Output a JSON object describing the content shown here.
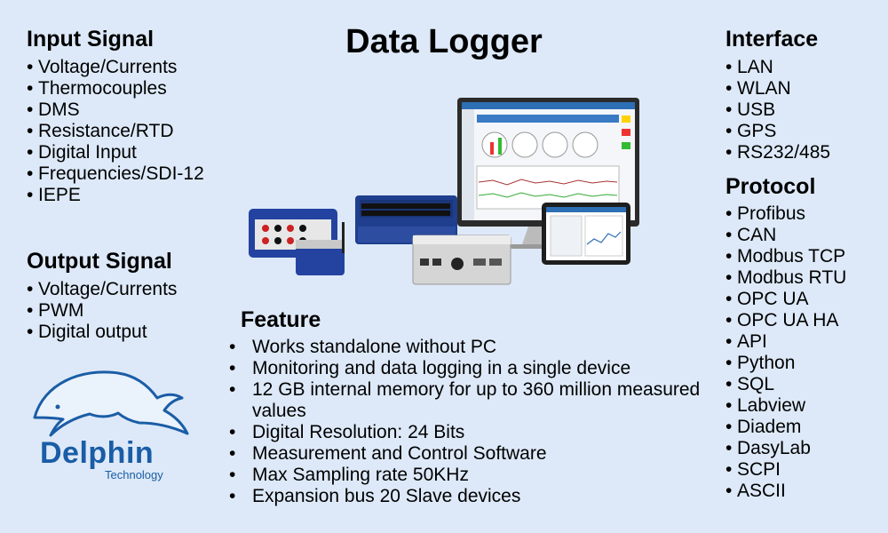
{
  "title": "Data Logger",
  "input_signal": {
    "heading": "Input Signal",
    "items": [
      "Voltage/Currents",
      "Thermocouples",
      "DMS",
      "Resistance/RTD",
      "Digital Input",
      "Frequencies/SDI-12",
      "IEPE"
    ]
  },
  "output_signal": {
    "heading": "Output Signal",
    "items": [
      "Voltage/Currents",
      "PWM",
      "Digital output"
    ]
  },
  "interface": {
    "heading": "Interface",
    "items": [
      "LAN",
      "WLAN",
      "USB",
      "GPS",
      "RS232/485"
    ]
  },
  "protocol": {
    "heading": "Protocol",
    "items": [
      "Profibus",
      "CAN",
      "Modbus TCP",
      "Modbus RTU",
      "OPC UA",
      "OPC UA HA",
      "API",
      "Python",
      "SQL",
      "Labview",
      "Diadem",
      "DasyLab",
      "SCPI",
      "ASCII"
    ]
  },
  "feature": {
    "heading": "Feature",
    "items": [
      "Works standalone without PC",
      "Monitoring and data logging in a single device",
      "12 GB internal memory for up to 360 million measured values",
      "Digital Resolution: 24 Bits",
      "Measurement and Control Software",
      "Max Sampling rate 50KHz",
      "Expansion bus 20 Slave devices"
    ]
  },
  "logo": {
    "name": "Delphin",
    "subtitle": "Technology",
    "color": "#1a5da6"
  },
  "colors": {
    "background": "#dde9f8",
    "brand_blue": "#1a5da6"
  }
}
